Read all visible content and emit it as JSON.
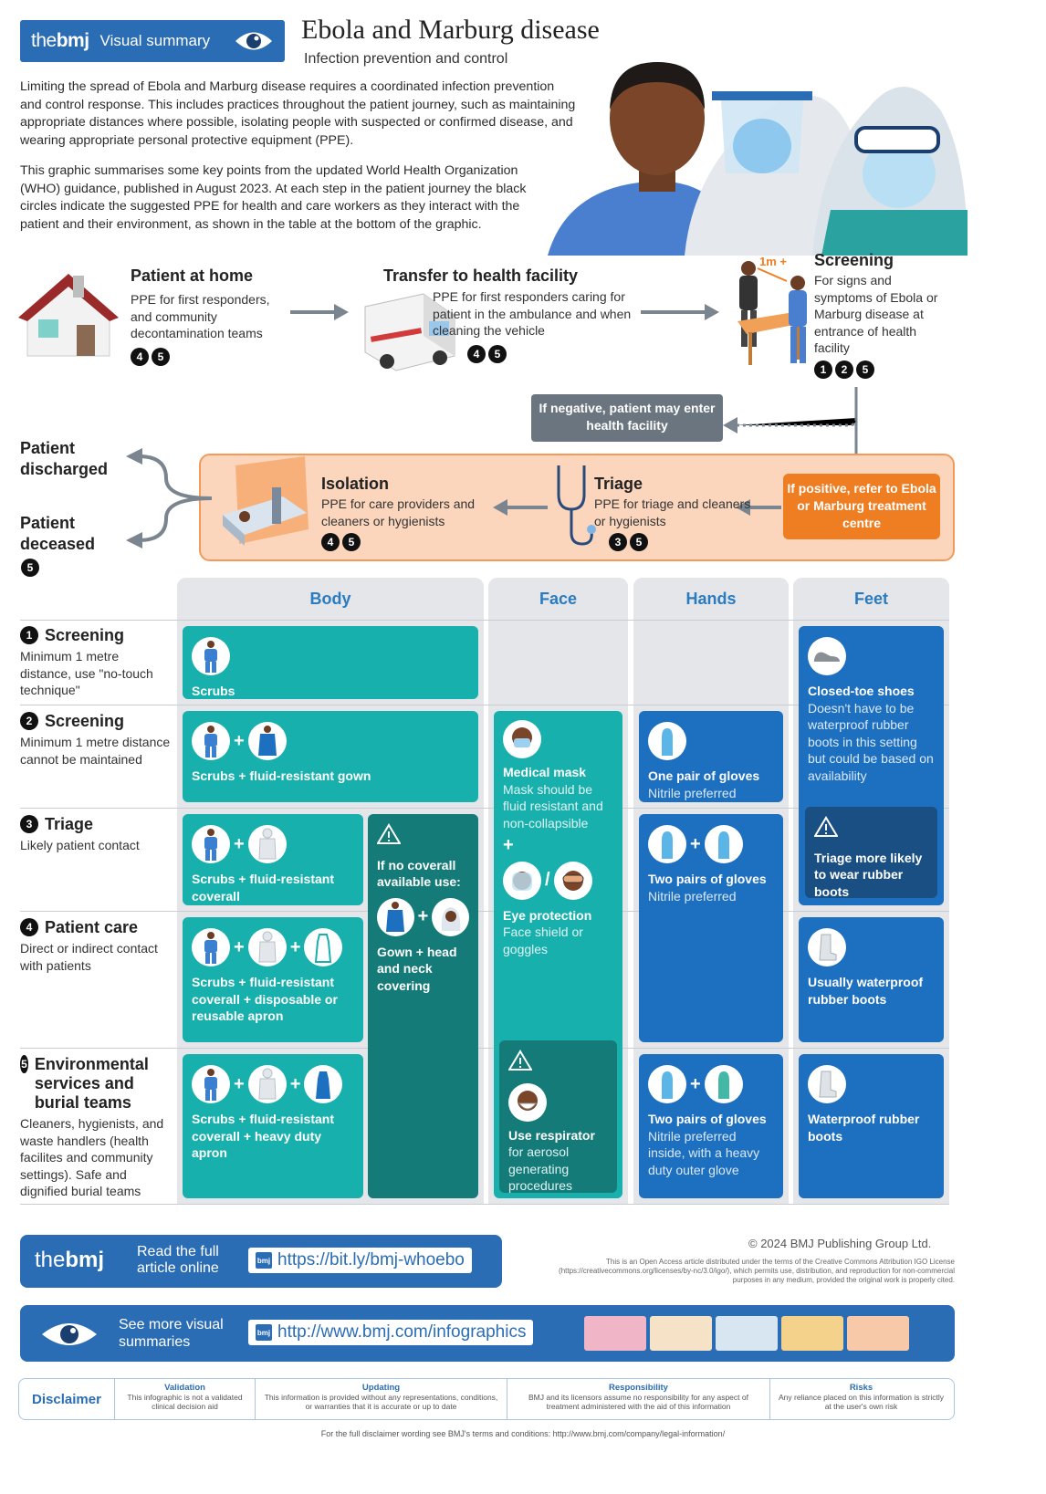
{
  "header": {
    "logo_the": "the",
    "logo_bmj": "bmj",
    "brand_subtitle": "Visual summary",
    "title": "Ebola and Marburg disease",
    "subtitle": "Infection prevention and control"
  },
  "intro": {
    "paragraph1": "Limiting the spread of Ebola and Marburg disease requires a coordinated infection prevention and control response. This includes practices throughout the patient journey, such as maintaining appropriate distances where possible, isolating people with suspected or confirmed disease, and wearing appropriate personal protective equipment (PPE).",
    "paragraph2": "This graphic summarises some key points from the updated World Health Organization (WHO) guidance, published in August 2023. At each step in the patient journey the black circles indicate the suggested PPE for health and care workers as they interact with the patient and their environment, as shown in the table at the bottom of the graphic."
  },
  "journey": {
    "home": {
      "title": "Patient at home",
      "text": "PPE for first responders, and community decontamination teams",
      "nums": [
        "4",
        "5"
      ]
    },
    "transfer": {
      "title": "Transfer to health facility",
      "text": "PPE for first responders caring for patient in the ambulance and when cleaning the vehicle",
      "nums": [
        "4",
        "5"
      ]
    },
    "screening": {
      "title": "Screening",
      "text": "For signs and symptoms of Ebola or Marburg disease at entrance of health facility",
      "distance": "1m +",
      "nums": [
        "1",
        "2",
        "5"
      ]
    },
    "negative": "If negative, patient may enter health facility",
    "positive": "If positive, refer to Ebola or Marburg treatment centre",
    "triage": {
      "title": "Triage",
      "text": "PPE for triage and cleaners or hygienists",
      "nums": [
        "3",
        "5"
      ]
    },
    "isolation": {
      "title": "Isolation",
      "text": "PPE for care providers and cleaners or hygienists",
      "nums": [
        "4",
        "5"
      ]
    },
    "discharged": "Patient discharged",
    "deceased": "Patient deceased",
    "deceased_num": "5"
  },
  "table": {
    "columns": [
      "Body",
      "Face",
      "Hands",
      "Feet"
    ],
    "rows": [
      {
        "num": "1",
        "title": "Screening",
        "desc": "Minimum 1 metre distance, use \"no-touch technique\""
      },
      {
        "num": "2",
        "title": "Screening",
        "desc": "Minimum 1 metre distance cannot be maintained"
      },
      {
        "num": "3",
        "title": "Triage",
        "desc": "Likely patient contact"
      },
      {
        "num": "4",
        "title": "Patient care",
        "desc": "Direct or indirect contact with patients"
      },
      {
        "num": "5",
        "title": "Environmental services and burial teams",
        "desc": "Cleaners, hygienists, and waste handlers (health facilites and community settings). Safe and dignified burial teams"
      }
    ],
    "cells": {
      "body1": "Scrubs",
      "body2": "Scrubs + fluid-resistant gown",
      "body3": "Scrubs + fluid-resistant coverall",
      "body4": "Scrubs + fluid-resistant coverall + disposable or reusable apron",
      "body5": "Scrubs + fluid-resistant coverall + heavy duty apron",
      "nocoverall_title": "If no coverall available use:",
      "nocoverall_text": "Gown + head and neck covering",
      "mask_title": "Medical mask",
      "mask_text": "Mask should be fluid resistant and non-collapsible",
      "eye_title": "Eye protection",
      "eye_text": "Face shield or goggles",
      "resp_title": "Use respirator",
      "resp_text": "for aerosol generating procedures",
      "gloves1_title": "One pair of gloves",
      "gloves1_text": "Nitrile preferred",
      "gloves2_title": "Two pairs of gloves",
      "gloves2_text": "Nitrile preferred",
      "gloves3_title": "Two pairs of gloves",
      "gloves3_text": "Nitrile preferred inside, with a heavy duty outer glove",
      "shoes_title": "Closed-toe shoes",
      "shoes_text": "Doesn't have to be waterproof rubber boots in this setting but could be based on availability",
      "triage_boots": "Triage more likely to wear rubber boots",
      "boots4": "Usually waterproof rubber boots",
      "boots5": "Waterproof rubber boots"
    }
  },
  "footer": {
    "read_full": "Read the full article online",
    "article_url": "https://bit.ly/bmj-whoebo",
    "copyright": "© 2024 BMJ Publishing Group Ltd.",
    "license": "This is an Open Access article distributed under the terms of the Creative Commons Attribution IGO License (https://creativecommons.org/licenses/by-nc/3.0/igo/), which permits use, distribution, and reproduction for non-commercial purposes in any medium, provided the original work is properly cited.",
    "see_more": "See more visual summaries",
    "infographics_url": "http://www.bmj.com/infographics",
    "bmj_mini": "bmj",
    "disclaimer_label": "Disclaimer",
    "disclaimers": [
      {
        "head": "Validation",
        "text": "This infographic is not a validated clinical decision aid"
      },
      {
        "head": "Updating",
        "text": "This information is provided without any representations, conditions, or warranties that it is accurate or up to date"
      },
      {
        "head": "Responsibility",
        "text": "BMJ and its licensors assume no responsibility for any aspect of treatment administered with the aid of this information"
      },
      {
        "head": "Risks",
        "text": "Any reliance placed on this information is strictly at the user's own risk"
      }
    ],
    "terms": "For the full disclaimer wording see BMJ's terms and conditions: http://www.bmj.com/company/legal-information/"
  },
  "colors": {
    "teal": "#18b0ad",
    "dark_teal": "#147b78",
    "blue": "#1d6fbf",
    "dark_blue": "#1a4f83",
    "orange": "#ef7d22",
    "bmj_blue": "#2a6db5"
  }
}
